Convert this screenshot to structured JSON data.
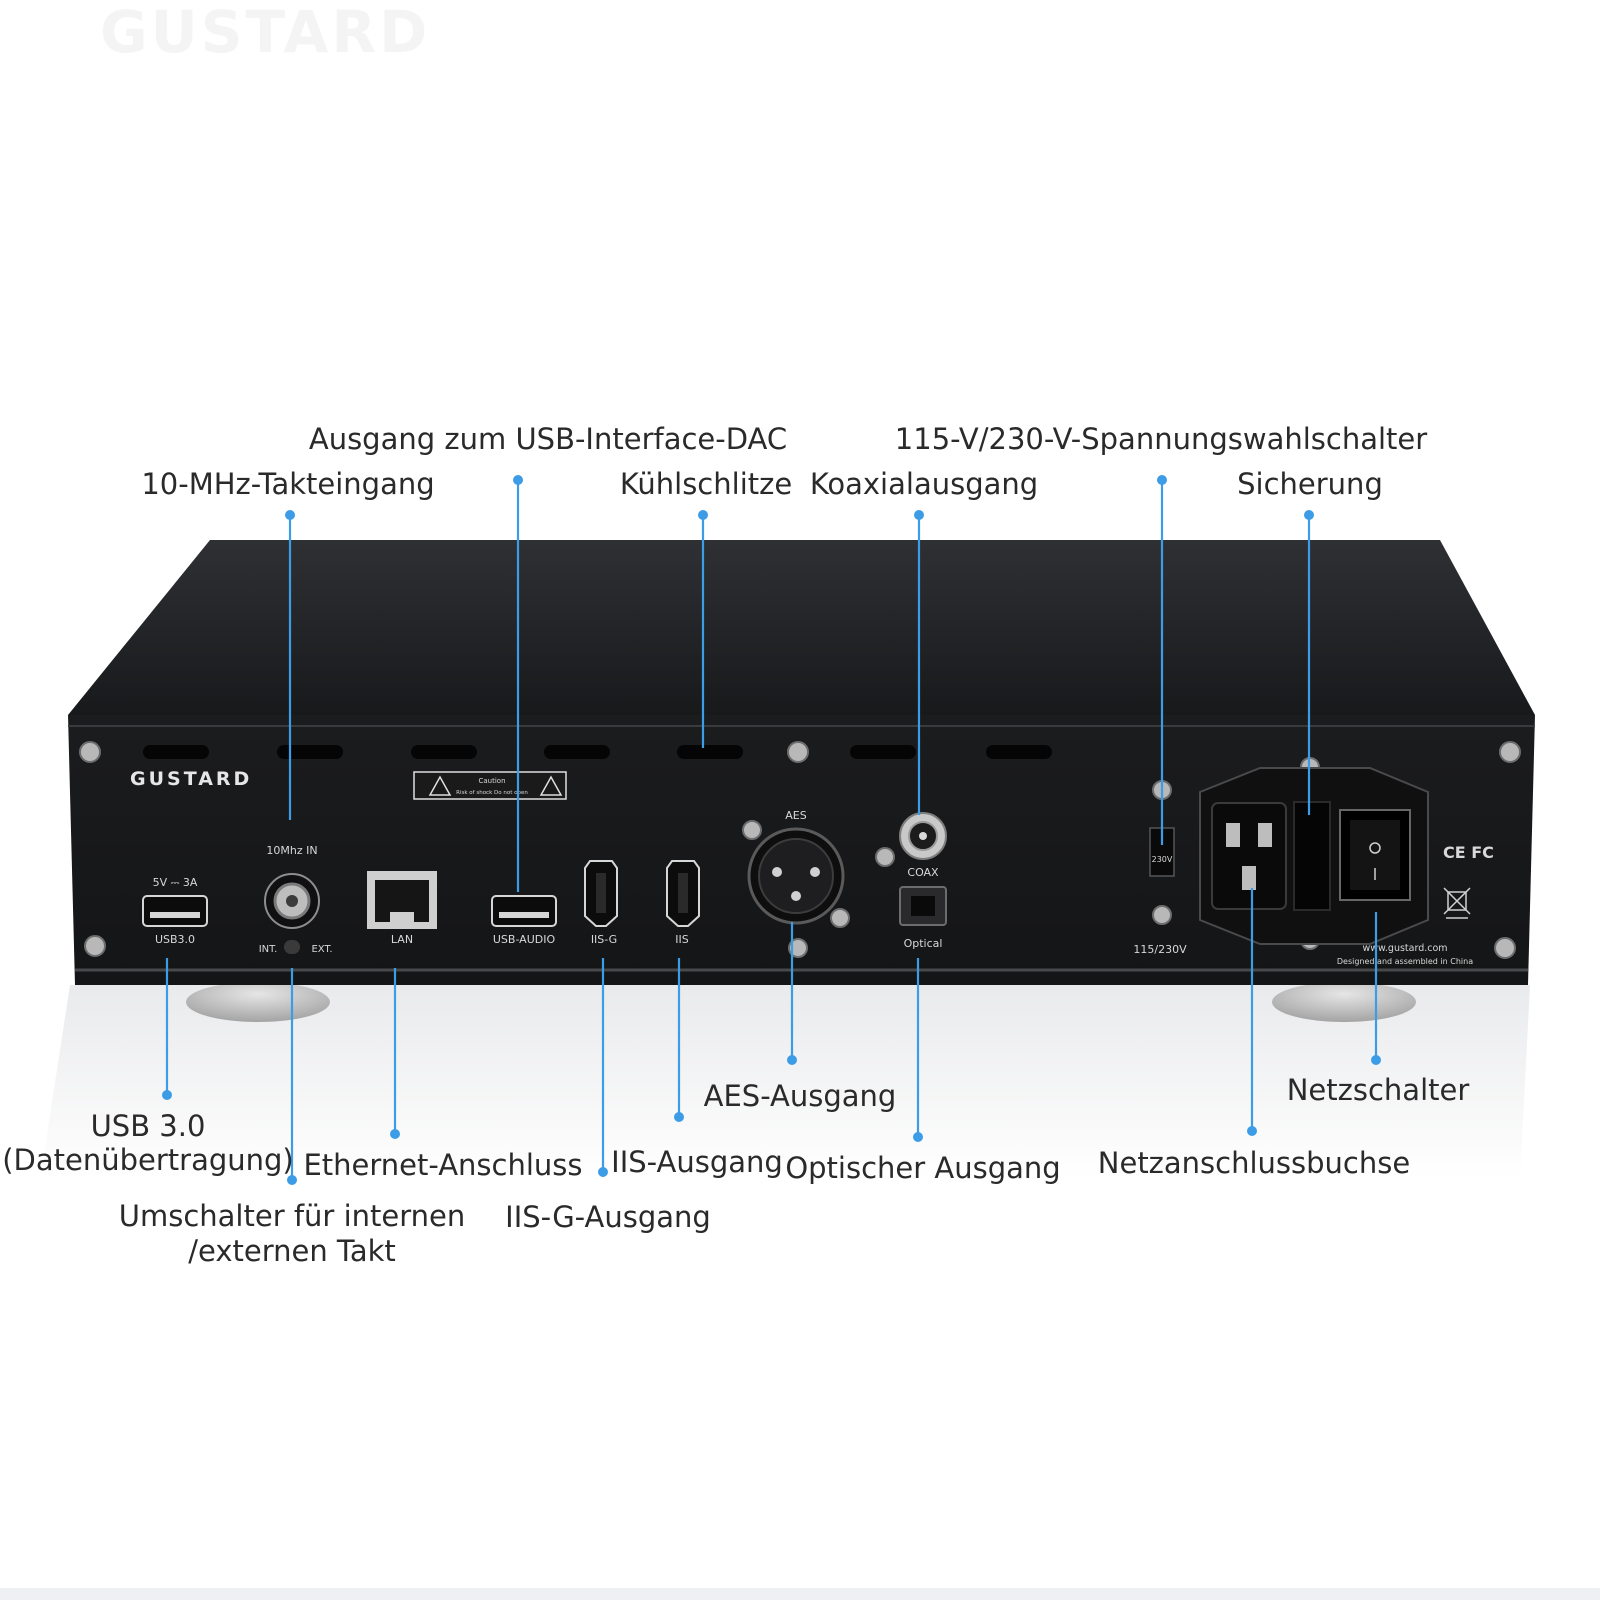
{
  "watermark": {
    "brand": "GUSTARD"
  },
  "panel": {
    "brand": "GUSTARD",
    "caution_title": "Caution",
    "caution_text": "Risk of shock Do not open",
    "usb3_rating": "5V ⎓ 3A",
    "usb3_port": "USB3.0",
    "clock_in": "10Mhz IN",
    "clock_int": "INT.",
    "clock_ext": "EXT.",
    "lan": "LAN",
    "usb_audio": "USB-AUDIO",
    "iis_g": "IIS-G",
    "iis": "IIS",
    "aes": "AES",
    "coax": "COAX",
    "optical": "Optical",
    "voltage_switch": "230V",
    "voltage_rating": "115/230V",
    "website": "www.gustard.com",
    "made_in": "Designed and assembled in China",
    "cert_marks": "CE FC"
  },
  "callouts": {
    "usb_interface_dac": "Ausgang zum USB-Interface-DAC",
    "clock_input": "10-MHz-Takteingang",
    "cooling_slots": "Kühlschlitze",
    "coax_out": "Koaxialausgang",
    "voltage_selector": "115-V/230-V-Spannungswahlschalter",
    "fuse": "Sicherung",
    "usb3_line1": "USB 3.0",
    "usb3_line2": "(Datenübertragung)",
    "clock_switch_line1": "Umschalter für internen",
    "clock_switch_line2": "/externen Takt",
    "ethernet": "Ethernet-Anschluss",
    "iis_out": "IIS-Ausgang",
    "iis_g_out": "IIS-G-Ausgang",
    "aes_out": "AES-Ausgang",
    "optical_out": "Optischer Ausgang",
    "power_socket": "Netzanschlussbuchse",
    "power_switch": "Netzschalter"
  },
  "colors": {
    "accent": "#3d9ce6",
    "chassis": "#1c1d1f",
    "label": "#2a2a2a"
  }
}
